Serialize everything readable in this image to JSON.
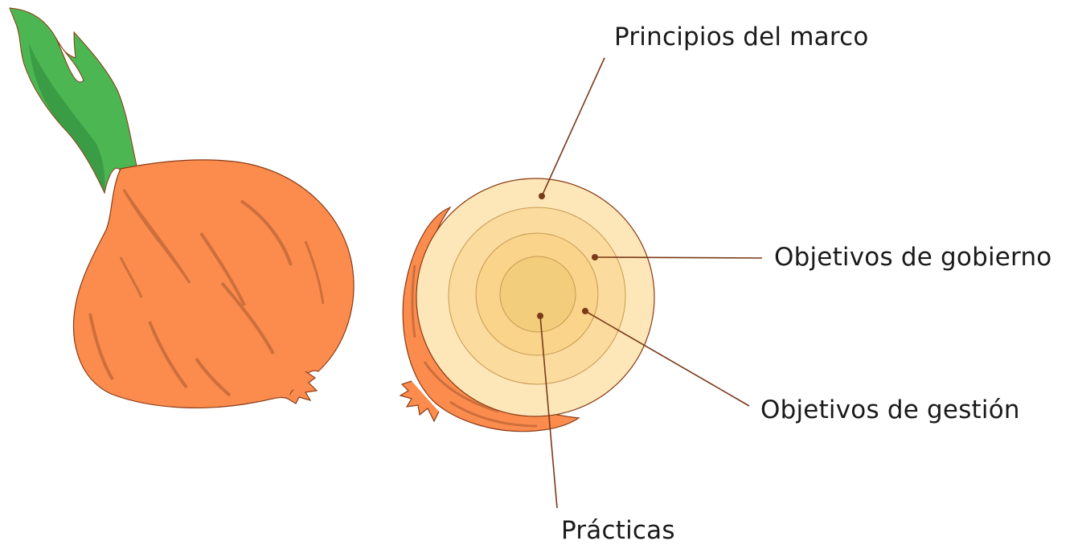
{
  "labels": {
    "principios": "Principios del marco",
    "gobierno": "Objetivos de gobierno",
    "gestion": "Objetivos de gestión",
    "practicas": "Prácticas"
  },
  "colors": {
    "onion_skin": "#fb8c4e",
    "onion_outline": "#8a3a14",
    "onion_streak": "#c56a3a",
    "stem": "#4cb653",
    "stem_dark": "#2e8a3c",
    "ring_outer": "#fde7b8",
    "ring_2": "#fbdc9e",
    "ring_3": "#f9d48a",
    "ring_inner": "#f2cd7b",
    "leader_line": "#7a3a1a"
  },
  "icons": {
    "whole_onion": "whole-onion-illustration",
    "cut_onion": "cut-onion-illustration"
  }
}
